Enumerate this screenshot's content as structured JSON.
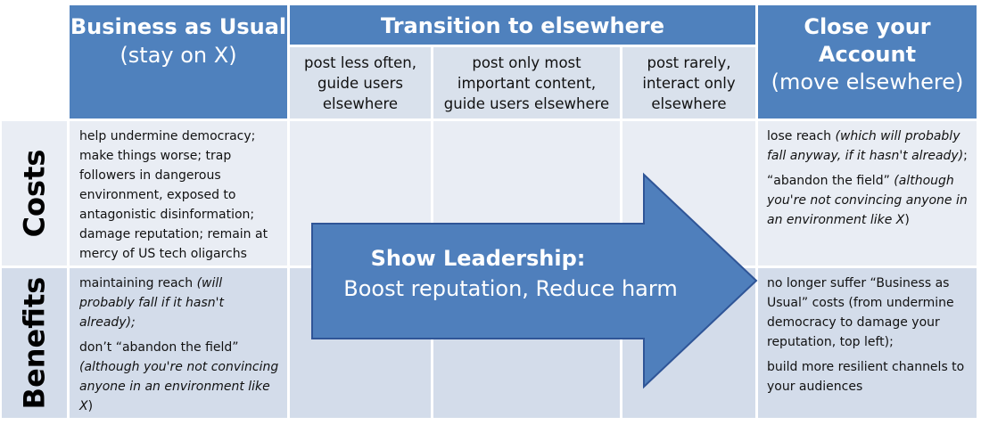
{
  "columns": {
    "business_as_usual": {
      "title": "Business as Usual",
      "subtitle": "(stay on X)"
    },
    "transition": {
      "title": "Transition to elsewhere",
      "options": [
        {
          "l1": "post less often,",
          "l2": "guide users",
          "l3": "elsewhere"
        },
        {
          "l1": "post only most",
          "l2": "important content,",
          "l3": "guide users elsewhere"
        },
        {
          "l1": "post rarely,",
          "l2": "interact only",
          "l3": "elsewhere"
        }
      ]
    },
    "close_account": {
      "title_line1": "Close your",
      "title_line2": "Account",
      "subtitle": "(move elsewhere)"
    }
  },
  "rows": {
    "costs": "Costs",
    "benefits": "Benefits"
  },
  "cells": {
    "bau_costs": "help undermine democracy; make things worse; trap followers in dangerous environment, exposed to antagonistic disinformation; damage reputation; remain at mercy of US tech oligarchs",
    "bau_benefits": [
      {
        "plain": "maintaining reach ",
        "italic": "(will probably fall if it hasn't already);"
      },
      {
        "plain": "don’t “abandon the field” ",
        "italic": "(although you're not convincing anyone in an environment like X",
        "tail": ")"
      }
    ],
    "close_costs": [
      {
        "plain": "lose reach ",
        "italic": "(which will probably fall anyway, if it hasn't already)",
        "tail": ";"
      },
      {
        "plain": "“abandon the field” ",
        "italic": "(although you're not convincing anyone in an environment like X",
        "tail": ")"
      }
    ],
    "close_benefits": [
      "no longer suffer “Business as Usual” costs (from undermine democracy to damage your reputation, top left);",
      "build more resilient channels to your audiences"
    ]
  },
  "arrow": {
    "title": "Show Leadership:",
    "subtitle": "Boost reputation, Reduce harm"
  },
  "colors": {
    "header_blue": "#4f81bd",
    "arrow_fill": "#4f7fbc",
    "arrow_stroke": "#2f5597",
    "cell_light": "#e9edf4",
    "cell_mid": "#d3dcea",
    "subheader": "#d9e1ec"
  }
}
